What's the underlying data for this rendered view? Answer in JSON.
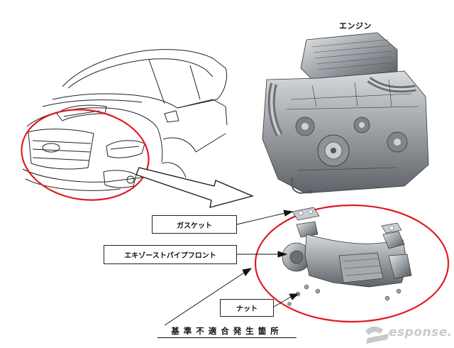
{
  "labels": {
    "engine": "エンジン",
    "gasket": "ガスケット",
    "exhaust_pipe_front": "エキゾーストパイプフロント",
    "nut": "ナット",
    "footer": "基準不適合発生箇所"
  },
  "watermark": {
    "text": "esponse."
  },
  "colors": {
    "highlight_ellipse": "#e11b22",
    "line_art": "#222222",
    "engine_metal": "#8a8f96"
  }
}
